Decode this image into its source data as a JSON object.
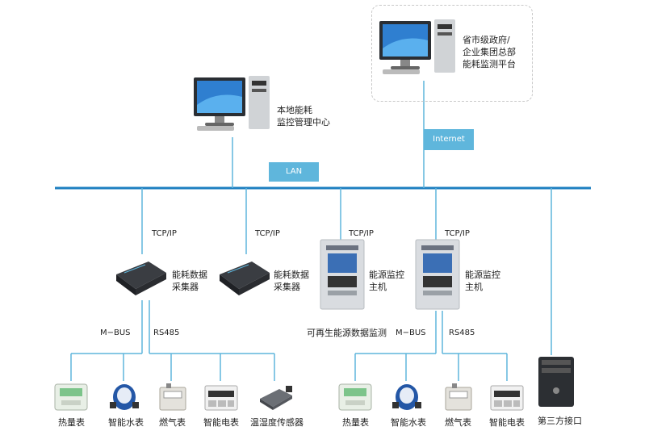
{
  "network": {
    "lan_label": "LAN",
    "internet_label": "Internet"
  },
  "platforms": {
    "local_center_line1": "本地能耗",
    "local_center_line2": "监控管理中心",
    "remote_line1": "省市级政府/",
    "remote_line2": "企业集团总部",
    "remote_line3": "能耗监测平台"
  },
  "protocols": {
    "tcpip_1": "TCP/IP",
    "tcpip_2": "TCP/IP",
    "tcpip_3": "TCP/IP",
    "tcpip_4": "TCP/IP",
    "mbus_1": "M−BUS",
    "rs485_1": "RS485",
    "mbus_2": "M−BUS",
    "rs485_2": "RS485"
  },
  "devices": {
    "collector_1_line1": "能耗数据",
    "collector_1_line2": "采集器",
    "collector_2_line1": "能耗数据",
    "collector_2_line2": "采集器",
    "host_1_line1": "能源监控",
    "host_1_line2": "主机",
    "host_2_line1": "能源监控",
    "host_2_line2": "主机",
    "renewable_monitor": "可再生能源数据监测",
    "third_party": "第三方接口"
  },
  "meters_left": [
    "热量表",
    "智能水表",
    "燃气表",
    "智能电表",
    "温湿度传感器"
  ],
  "meters_right": [
    "热量表",
    "智能水表",
    "燃气表",
    "智能电表"
  ],
  "colors": {
    "bus_line": "#1e7fc0",
    "branch_line": "#5fb6dc",
    "tag_fill": "#5fb6dc"
  }
}
